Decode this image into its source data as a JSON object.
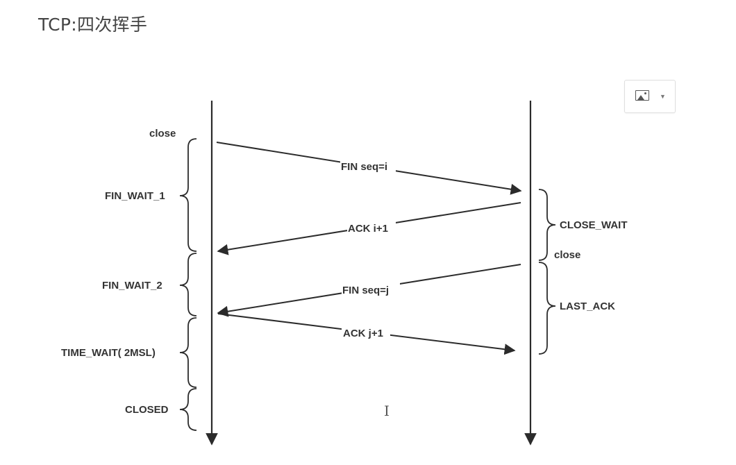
{
  "page": {
    "title": "TCP:四次挥手"
  },
  "toolbar": {
    "image_button_icon": "image-icon",
    "dropdown_icon": "caret-down-icon"
  },
  "diagram": {
    "client": {
      "close_label": "close",
      "states": [
        "FIN_WAIT_1",
        "FIN_WAIT_2",
        "TIME_WAIT( 2MSL)",
        "CLOSED"
      ]
    },
    "server": {
      "close_label": "close",
      "states": [
        "CLOSE_WAIT",
        "LAST_ACK"
      ]
    },
    "messages": [
      {
        "label": "FIN seq=i",
        "direction": "client-to-server"
      },
      {
        "label": "ACK i+1",
        "direction": "server-to-client"
      },
      {
        "label": "FIN seq=j",
        "direction": "server-to-client"
      },
      {
        "label": "ACK j+1",
        "direction": "client-to-server"
      }
    ]
  },
  "colors": {
    "line": "#2b2b2b",
    "text": "#333333",
    "title": "#444444"
  }
}
